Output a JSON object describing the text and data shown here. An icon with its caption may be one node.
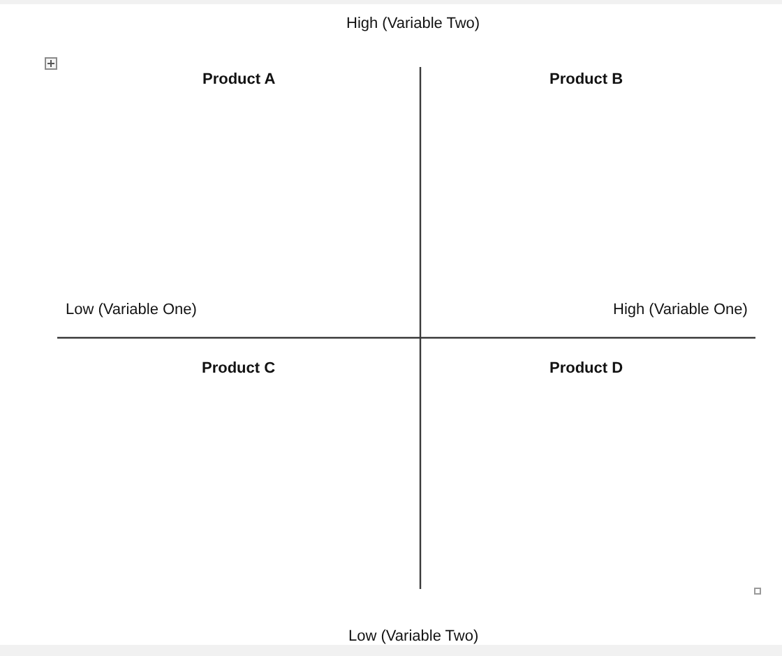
{
  "diagram": {
    "labels": [
      "High (Variable Two)",
      "Product A",
      "Product B",
      "Low (Variable One)",
      "High (Variable One)",
      "Product C",
      "Product D",
      "Low (Variable Two)"
    ]
  }
}
